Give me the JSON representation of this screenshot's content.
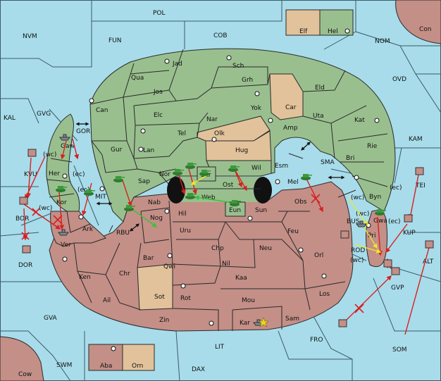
{
  "colors": {
    "sea": "#a8dcea",
    "green": "#99bf8e",
    "red": "#c38f87",
    "tan": "#e2c29b",
    "order_red": "#d72020",
    "order_yellow": "#e8e82a",
    "order_green": "#3cc23c",
    "line": "#2a2a2a"
  },
  "sea_labels": [
    {
      "id": "pol",
      "text": "POL"
    },
    {
      "id": "cob",
      "text": "COB"
    },
    {
      "id": "fun",
      "text": "FUN"
    },
    {
      "id": "nvm",
      "text": "NVM"
    },
    {
      "id": "nom",
      "text": "NOM"
    },
    {
      "id": "con",
      "text": "Con"
    },
    {
      "id": "ovd",
      "text": "OVD"
    },
    {
      "id": "kam",
      "text": "KAM"
    },
    {
      "id": "kal",
      "text": "KAL"
    },
    {
      "id": "gvg",
      "text": "GVG"
    },
    {
      "id": "gor",
      "text": "GOR"
    },
    {
      "id": "kvu",
      "text": "KVU"
    },
    {
      "id": "mit",
      "text": "MIT"
    },
    {
      "id": "bor",
      "text": "BOR"
    },
    {
      "id": "dor",
      "text": "DOR"
    },
    {
      "id": "rbu",
      "text": "RBU"
    },
    {
      "id": "sma",
      "text": "SMA"
    },
    {
      "id": "bus",
      "text": "BUS"
    },
    {
      "id": "rod",
      "text": "ROD"
    },
    {
      "id": "tei",
      "text": "TEI"
    },
    {
      "id": "kup",
      "text": "KUP"
    },
    {
      "id": "alt",
      "text": "ALT"
    },
    {
      "id": "gvp",
      "text": "GVP"
    },
    {
      "id": "gva",
      "text": "GVA"
    },
    {
      "id": "fro",
      "text": "FRO"
    },
    {
      "id": "som",
      "text": "SOM"
    },
    {
      "id": "lit",
      "text": "LIT"
    },
    {
      "id": "swm",
      "text": "SWM"
    },
    {
      "id": "dax",
      "text": "DAX"
    },
    {
      "id": "cow",
      "text": "Cow"
    }
  ],
  "land_labels": [
    {
      "id": "jad",
      "text": "Jad"
    },
    {
      "id": "sch",
      "text": "Sch"
    },
    {
      "id": "qua",
      "text": "Qua"
    },
    {
      "id": "jos",
      "text": "Jos"
    },
    {
      "id": "grh",
      "text": "Grh"
    },
    {
      "id": "eld",
      "text": "Eld"
    },
    {
      "id": "can",
      "text": "Can"
    },
    {
      "id": "yok",
      "text": "Yok"
    },
    {
      "id": "car",
      "text": "Car"
    },
    {
      "id": "uta",
      "text": "Uta"
    },
    {
      "id": "elc",
      "text": "Elc"
    },
    {
      "id": "nar",
      "text": "Nar"
    },
    {
      "id": "kat",
      "text": "Kat"
    },
    {
      "id": "tel",
      "text": "Tel"
    },
    {
      "id": "olk",
      "text": "Olk"
    },
    {
      "id": "amp",
      "text": "Amp"
    },
    {
      "id": "gaw",
      "text": "Gaw"
    },
    {
      "id": "rie",
      "text": "Rie"
    },
    {
      "id": "gur",
      "text": "Gur"
    },
    {
      "id": "lan",
      "text": "Lan"
    },
    {
      "id": "hug",
      "text": "Hug"
    },
    {
      "id": "bri",
      "text": "Bri"
    },
    {
      "id": "her",
      "text": "Her"
    },
    {
      "id": "nor",
      "text": "Nor"
    },
    {
      "id": "skr",
      "text": "Skr"
    },
    {
      "id": "wil",
      "text": "Wil"
    },
    {
      "id": "esm",
      "text": "Esm"
    },
    {
      "id": "sap",
      "text": "Sap"
    },
    {
      "id": "web",
      "text": "Web"
    },
    {
      "id": "ost",
      "text": "Ost"
    },
    {
      "id": "mel",
      "text": "Mel"
    },
    {
      "id": "byn",
      "text": "Byn"
    },
    {
      "id": "kor",
      "text": "Kor"
    },
    {
      "id": "nab",
      "text": "Nab"
    },
    {
      "id": "obs",
      "text": "Obs"
    },
    {
      "id": "hil",
      "text": "Hil"
    },
    {
      "id": "eun",
      "text": "Eun"
    },
    {
      "id": "sun",
      "text": "Sun"
    },
    {
      "id": "gwa",
      "text": "Gwa"
    },
    {
      "id": "ark",
      "text": "Ark"
    },
    {
      "id": "nog",
      "text": "Nog"
    },
    {
      "id": "pri",
      "text": "Pri"
    },
    {
      "id": "uru",
      "text": "Uru"
    },
    {
      "id": "feu",
      "text": "Feu"
    },
    {
      "id": "ver",
      "text": "Ver"
    },
    {
      "id": "chp",
      "text": "Chp"
    },
    {
      "id": "neu",
      "text": "Neu"
    },
    {
      "id": "bar",
      "text": "Bar"
    },
    {
      "id": "orl",
      "text": "Orl"
    },
    {
      "id": "qwi",
      "text": "Qwi"
    },
    {
      "id": "nil",
      "text": "Nil"
    },
    {
      "id": "ken",
      "text": "Ken"
    },
    {
      "id": "chr",
      "text": "Chr"
    },
    {
      "id": "kaa",
      "text": "Kaa"
    },
    {
      "id": "sot",
      "text": "Sot"
    },
    {
      "id": "rot",
      "text": "Rot"
    },
    {
      "id": "los",
      "text": "Los"
    },
    {
      "id": "ail",
      "text": "Ail"
    },
    {
      "id": "mou",
      "text": "Mou"
    },
    {
      "id": "zin",
      "text": "Zin"
    },
    {
      "id": "sam",
      "text": "Sam"
    },
    {
      "id": "kar",
      "text": "Kar"
    },
    {
      "id": "elf",
      "text": "Elf"
    },
    {
      "id": "hel",
      "text": "Hel"
    },
    {
      "id": "aba",
      "text": "Aba"
    },
    {
      "id": "orn",
      "text": "Orn"
    }
  ],
  "coast_labels": [
    {
      "id": "wc1",
      "text": "(wc)"
    },
    {
      "id": "ec1",
      "text": "(ec)"
    },
    {
      "id": "ec2",
      "text": "(ec)"
    },
    {
      "id": "wc2",
      "text": "(wc)"
    },
    {
      "id": "wc3",
      "text": "(wc)"
    },
    {
      "id": "ec3",
      "text": "(ec)"
    },
    {
      "id": "wc4",
      "text": "(wc)"
    },
    {
      "id": "ec4",
      "text": "(ec)"
    },
    {
      "id": "wc5",
      "text": "(wc)"
    }
  ]
}
